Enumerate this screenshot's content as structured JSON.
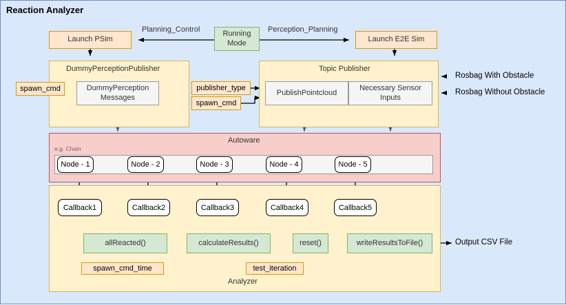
{
  "diagram": {
    "title": "Reaction Analyzer",
    "background_color": "#dae8fc",
    "nodes": {
      "launch_psim": "Launch PSim",
      "running_mode": "Running\nMode",
      "launch_e2e": "Launch E2E Sim",
      "dummy_perception_publisher": "DummyPerceptionPublisher",
      "dummy_perception_messages": "DummyPerception\nMessages",
      "topic_publisher": "Topic Publisher",
      "publish_pointcloud": "PublishPointcloud",
      "necessary_sensor_inputs": "Necessary Sensor\nInputs",
      "autoware": "Autoware",
      "eg_chain": "e.g. Chain",
      "analyzer": "Analyzer"
    },
    "edge_labels": {
      "planning_control": "Planning_Control",
      "perception_planning": "Perception_Planning",
      "rosbag_with_obstacle": "Rosbag With Obstacle",
      "rosbag_without_obstacle": "Rosbag Without Obstacle",
      "output_csv_file": "Output CSV File"
    },
    "params": {
      "spawn_cmd_left": "spawn_cmd",
      "publisher_type": "publisher_type",
      "spawn_cmd_right": "spawn_cmd",
      "spawn_cmd_time": "spawn_cmd_time",
      "test_iteration": "test_iteration"
    },
    "chain_nodes": [
      "Node - 1",
      "Node - 2",
      "Node - 3",
      "Node - 4",
      "Node - 5"
    ],
    "callbacks": [
      "Callback1",
      "Callback2",
      "Callback3",
      "Callback4",
      "Callback5"
    ],
    "analyzer_steps": [
      "allReacted()",
      "calculateResults()",
      "reset()",
      "writeResultsToFile()"
    ]
  }
}
